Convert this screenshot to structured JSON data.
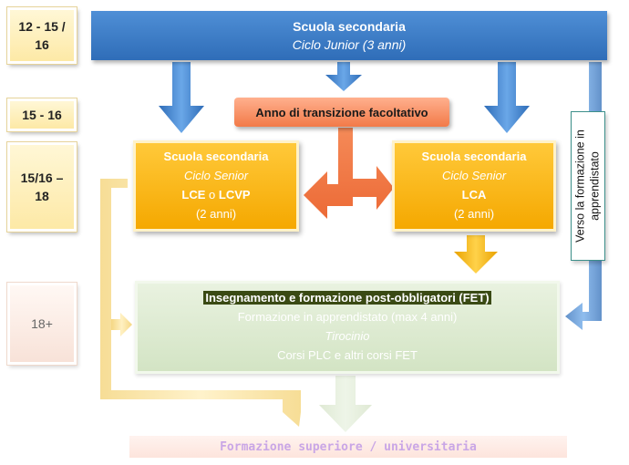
{
  "ages": [
    "12 - 15 / 16",
    "15 - 16",
    "15/16 – 18",
    "18+"
  ],
  "top_box": {
    "line1": "Scuola secondaria",
    "line2": "Ciclo Junior (3 anni)"
  },
  "transition_box": "Anno di transizione facoltativo",
  "senior_left": {
    "line1": "Scuola secondaria",
    "line2": "Ciclo Senior",
    "line3a": "LCE",
    "line3b": " o ",
    "line3c": "LCVP",
    "line4": "(2 anni)"
  },
  "senior_right": {
    "line1": "Scuola secondaria",
    "line2": "Ciclo Senior",
    "line3": "LCA",
    "line4": "(2 anni)"
  },
  "vertical_label": "Verso la formazione in apprendistato",
  "fet_box": {
    "title": "Insegnamento e formazione post-obbligatori (FET)",
    "line2": "Formazione in apprendistato (max 4 anni)",
    "line3": "Tirocinio",
    "line4": "Corsi PLC e altri corsi FET"
  },
  "higher_ed": "Formazione superiore / universitaria",
  "colors": {
    "blue": "#2f6db8",
    "orange": "#f27a48",
    "gold": "#f5a800",
    "green_pale": "#d3e4c4",
    "teal_border": "#3c8f8a"
  }
}
